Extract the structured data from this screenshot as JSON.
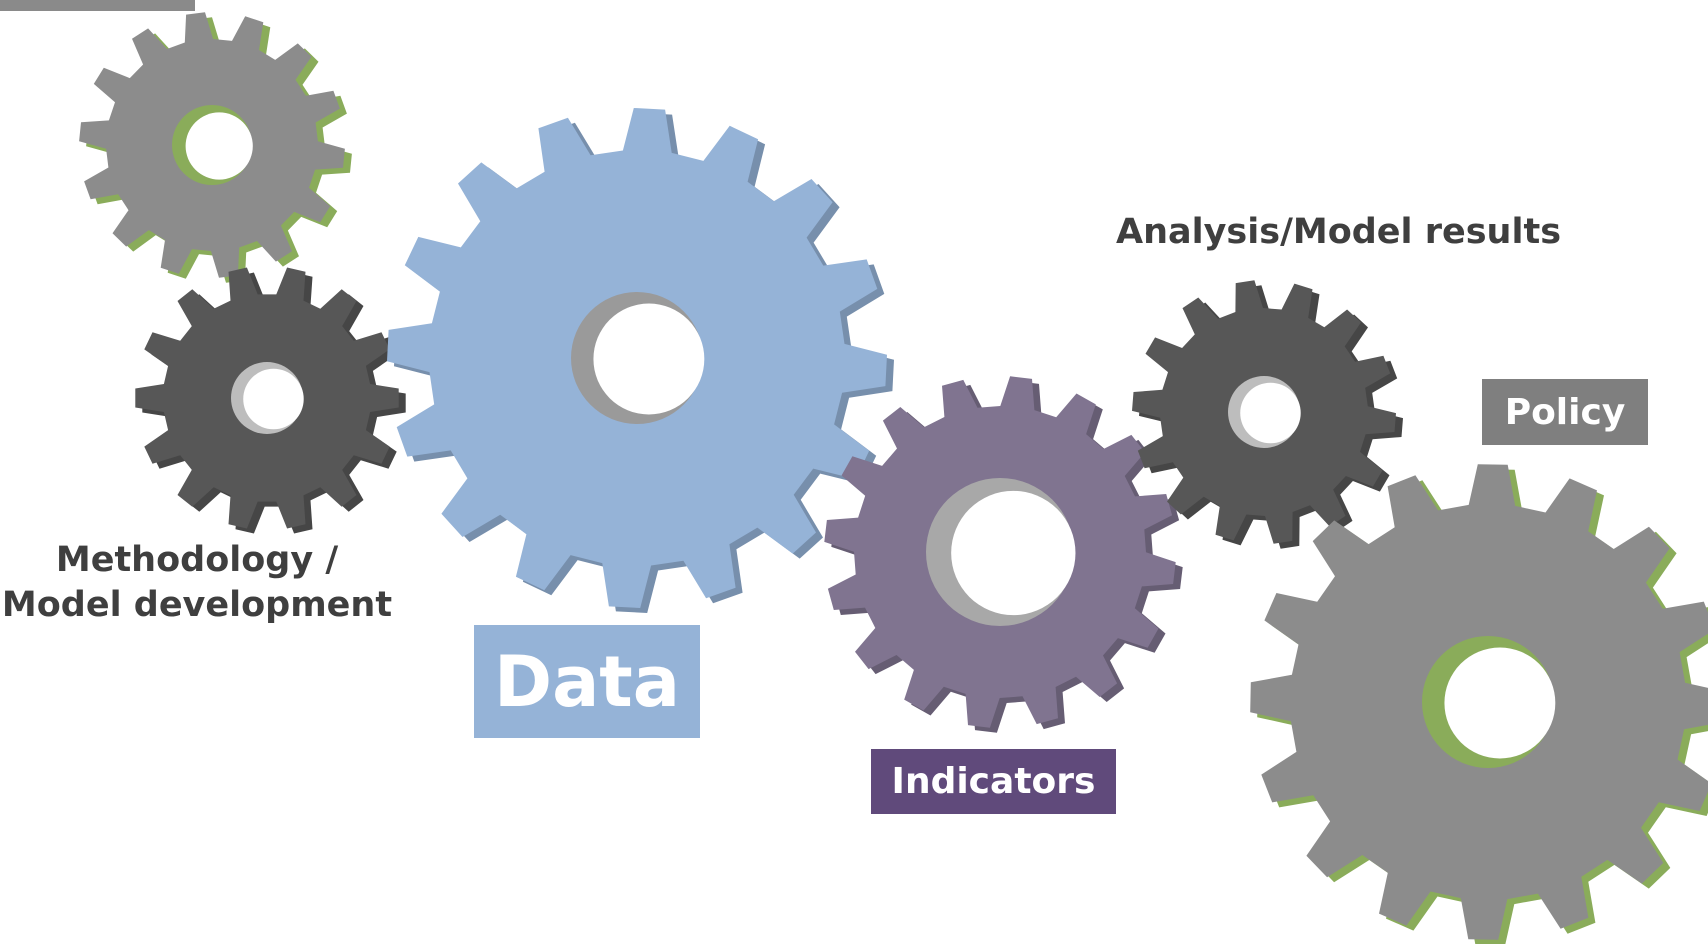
{
  "labels": {
    "methodology_line1": "Methodology /",
    "methodology_line2": "Model development",
    "analysis": "Analysis/Model results"
  },
  "boxes": {
    "data": "Data",
    "indicators": "Indicators",
    "policy": "Policy"
  },
  "colors": {
    "gear_gray": "#8c8c8c",
    "gear_dark": "#575757",
    "gear_blue": "#95b3d7",
    "gear_purple": "#807490",
    "box_blue": "#95b3d7",
    "box_purple": "#604a7b",
    "box_gray": "#7f7f7f",
    "hole_rim_green": "#8aac5a"
  },
  "gears": [
    {
      "name": "gear-gray-top-left",
      "color": "gear_gray",
      "teeth": 14
    },
    {
      "name": "gear-dark-left",
      "color": "gear_dark",
      "teeth": 14
    },
    {
      "name": "gear-blue-data",
      "color": "gear_blue",
      "teeth": 16
    },
    {
      "name": "gear-purple-indicators",
      "color": "gear_purple",
      "teeth": 16
    },
    {
      "name": "gear-dark-analysis",
      "color": "gear_dark",
      "teeth": 14
    },
    {
      "name": "gear-gray-policy",
      "color": "gear_gray",
      "teeth": 16
    }
  ]
}
